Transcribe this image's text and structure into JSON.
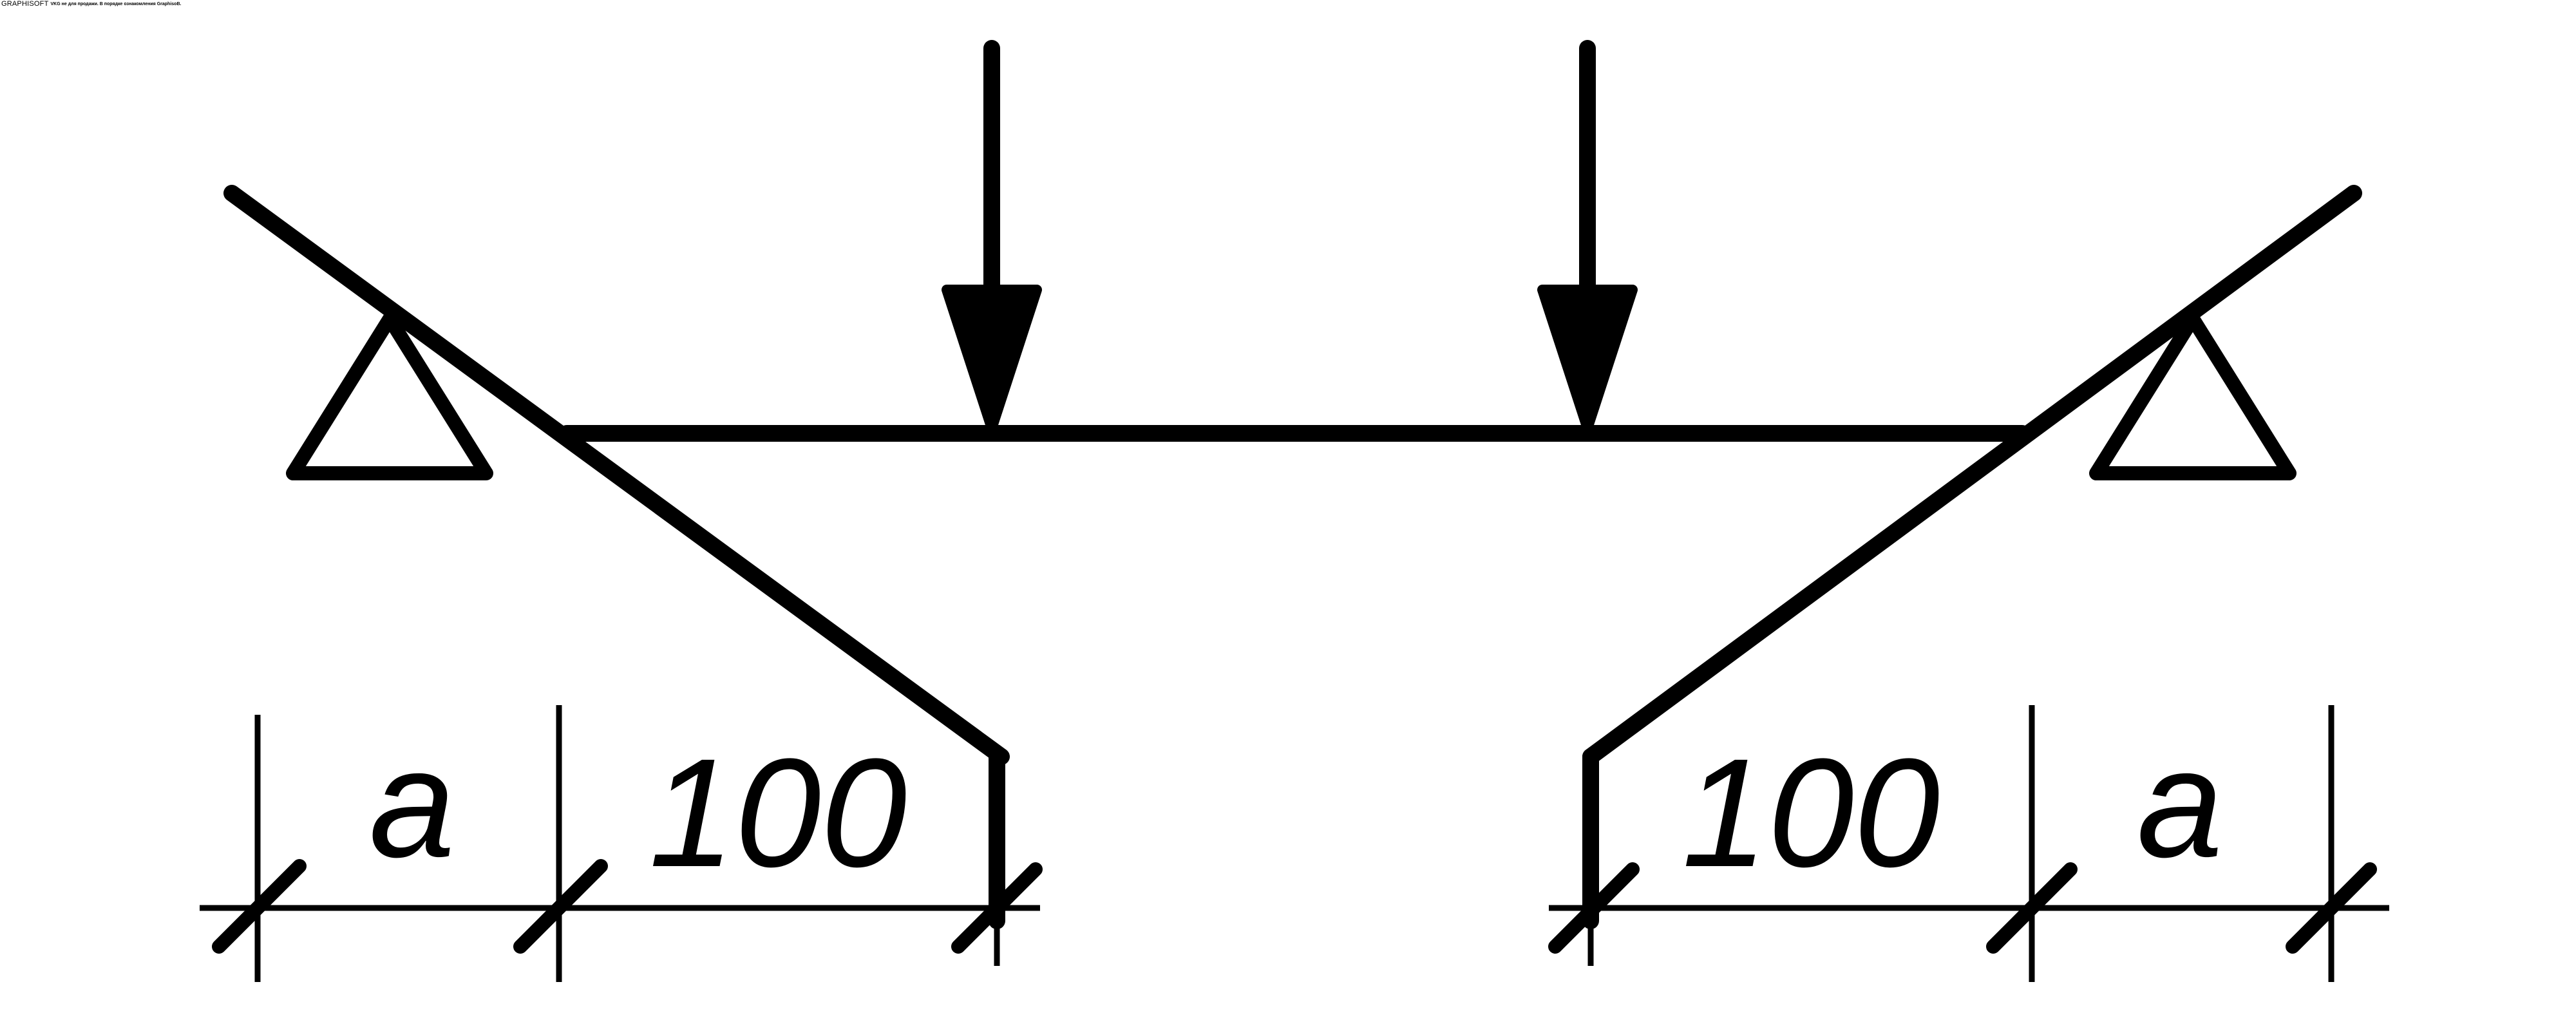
{
  "watermark": {
    "brand": "GRAPHISOFT",
    "note": "VKG не для продажи. В порядке ознакомления GraphisoB."
  },
  "dimensions": {
    "left_a": "a",
    "left_100": "100",
    "right_100": "100",
    "right_a": "a"
  },
  "colors": {
    "ink": "#000000",
    "background": "#ffffff"
  }
}
